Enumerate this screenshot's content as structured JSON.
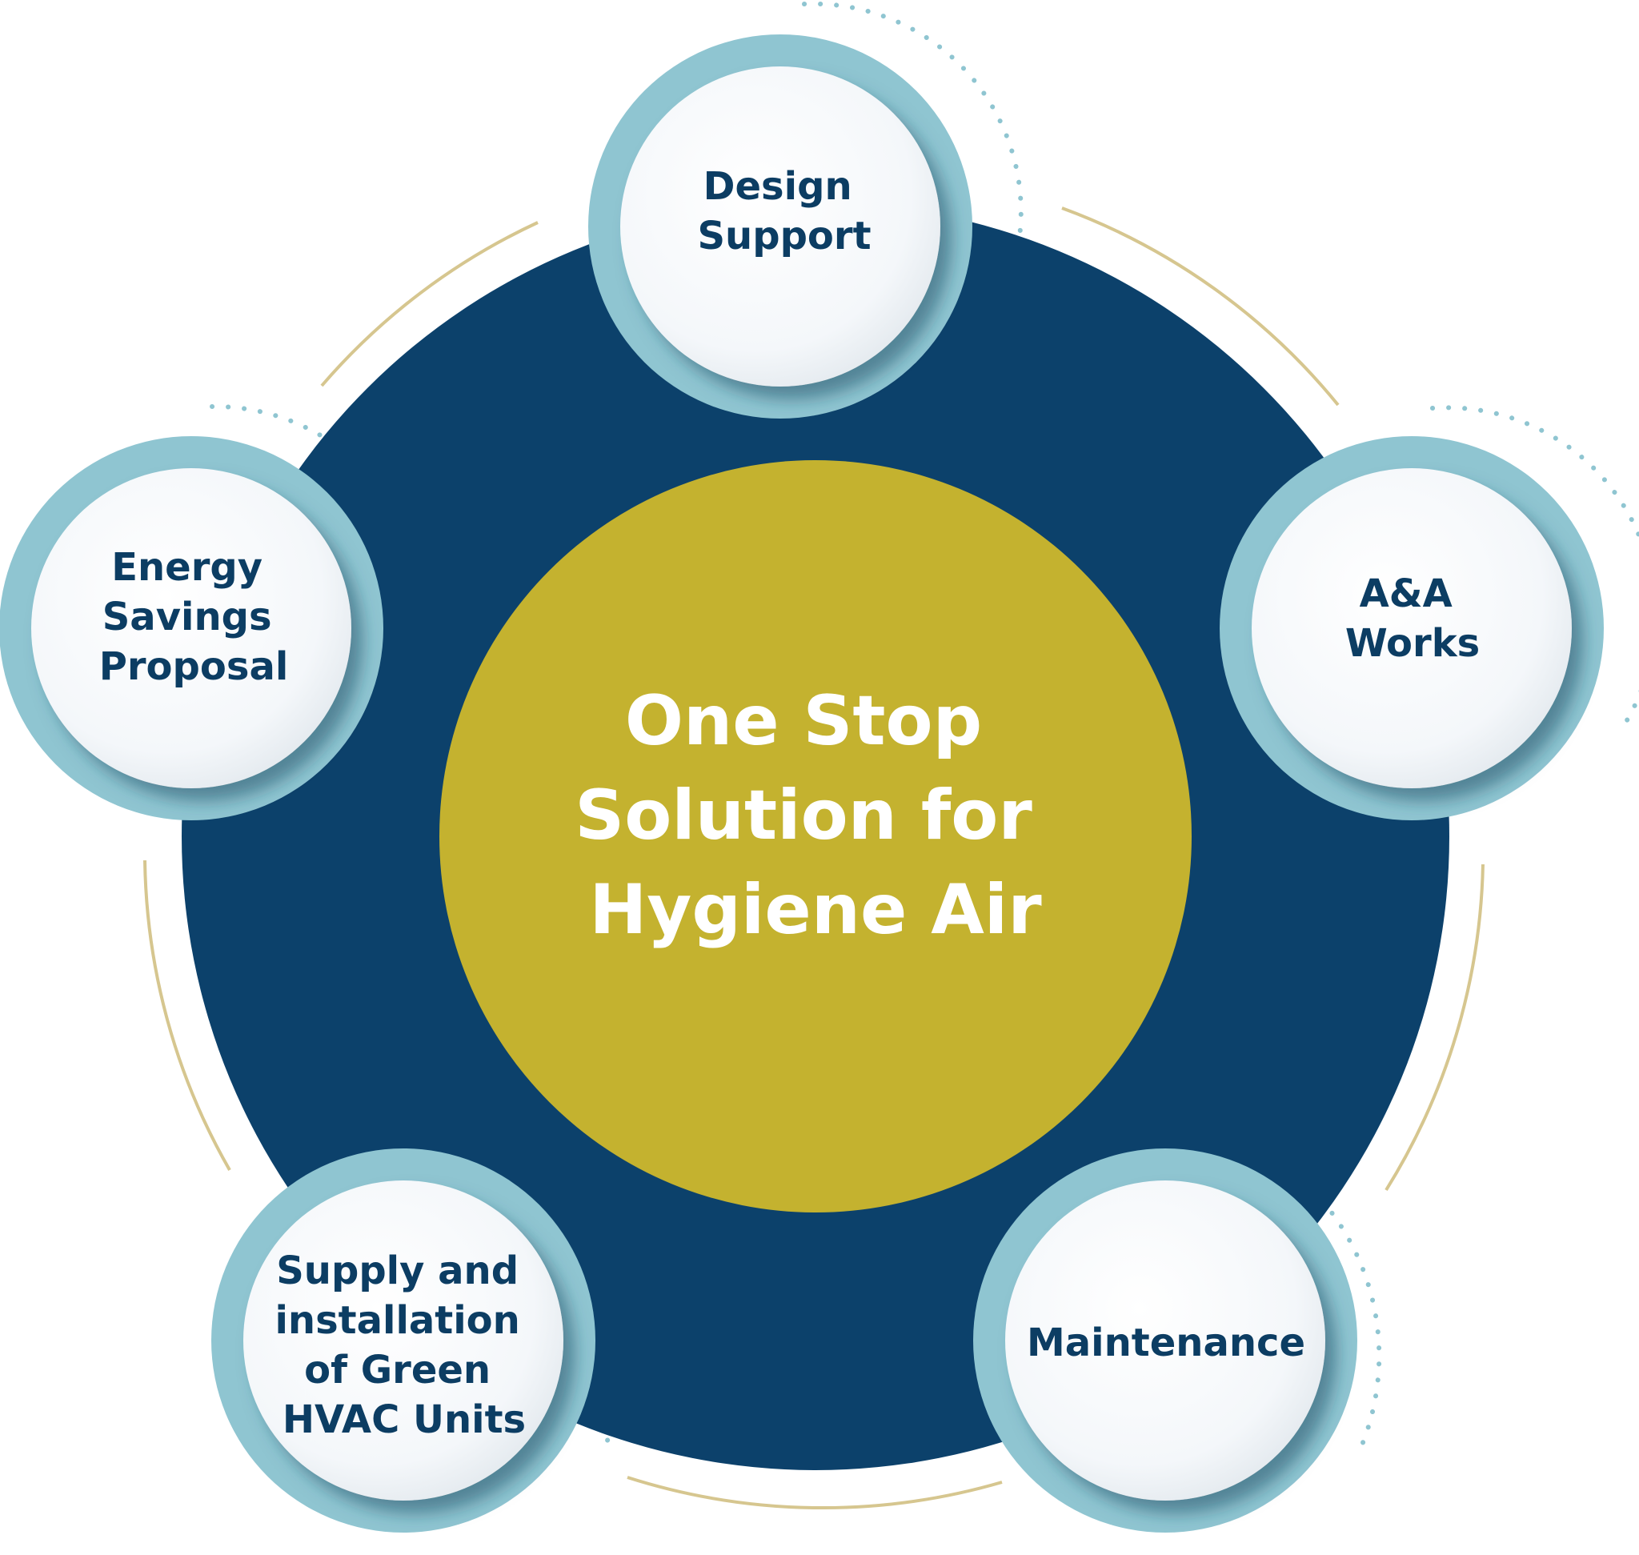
{
  "center": {
    "lines": [
      "One Stop",
      "Solution for",
      "Hygiene Air"
    ]
  },
  "nodes": [
    {
      "id": "design-support",
      "lines": [
        "Design",
        "Support"
      ]
    },
    {
      "id": "aa-works",
      "lines": [
        "A&A",
        "Works"
      ]
    },
    {
      "id": "maintenance",
      "lines": [
        "Maintenance"
      ]
    },
    {
      "id": "supply-installation",
      "lines": [
        "Supply and",
        "installation",
        "of Green",
        "HVAC Units"
      ]
    },
    {
      "id": "energy-savings",
      "lines": [
        "Energy",
        "Savings",
        "Proposal"
      ]
    }
  ],
  "colors": {
    "outer_circle": "#0c416b",
    "inner_circle": "#c4b22f",
    "node_ring": "#8fc5d1",
    "node_fill": "#f7f9fb",
    "node_text": "#0c3d63",
    "gold_arc": "#d6c68f",
    "dotted_arc": "#8fc5d1"
  }
}
